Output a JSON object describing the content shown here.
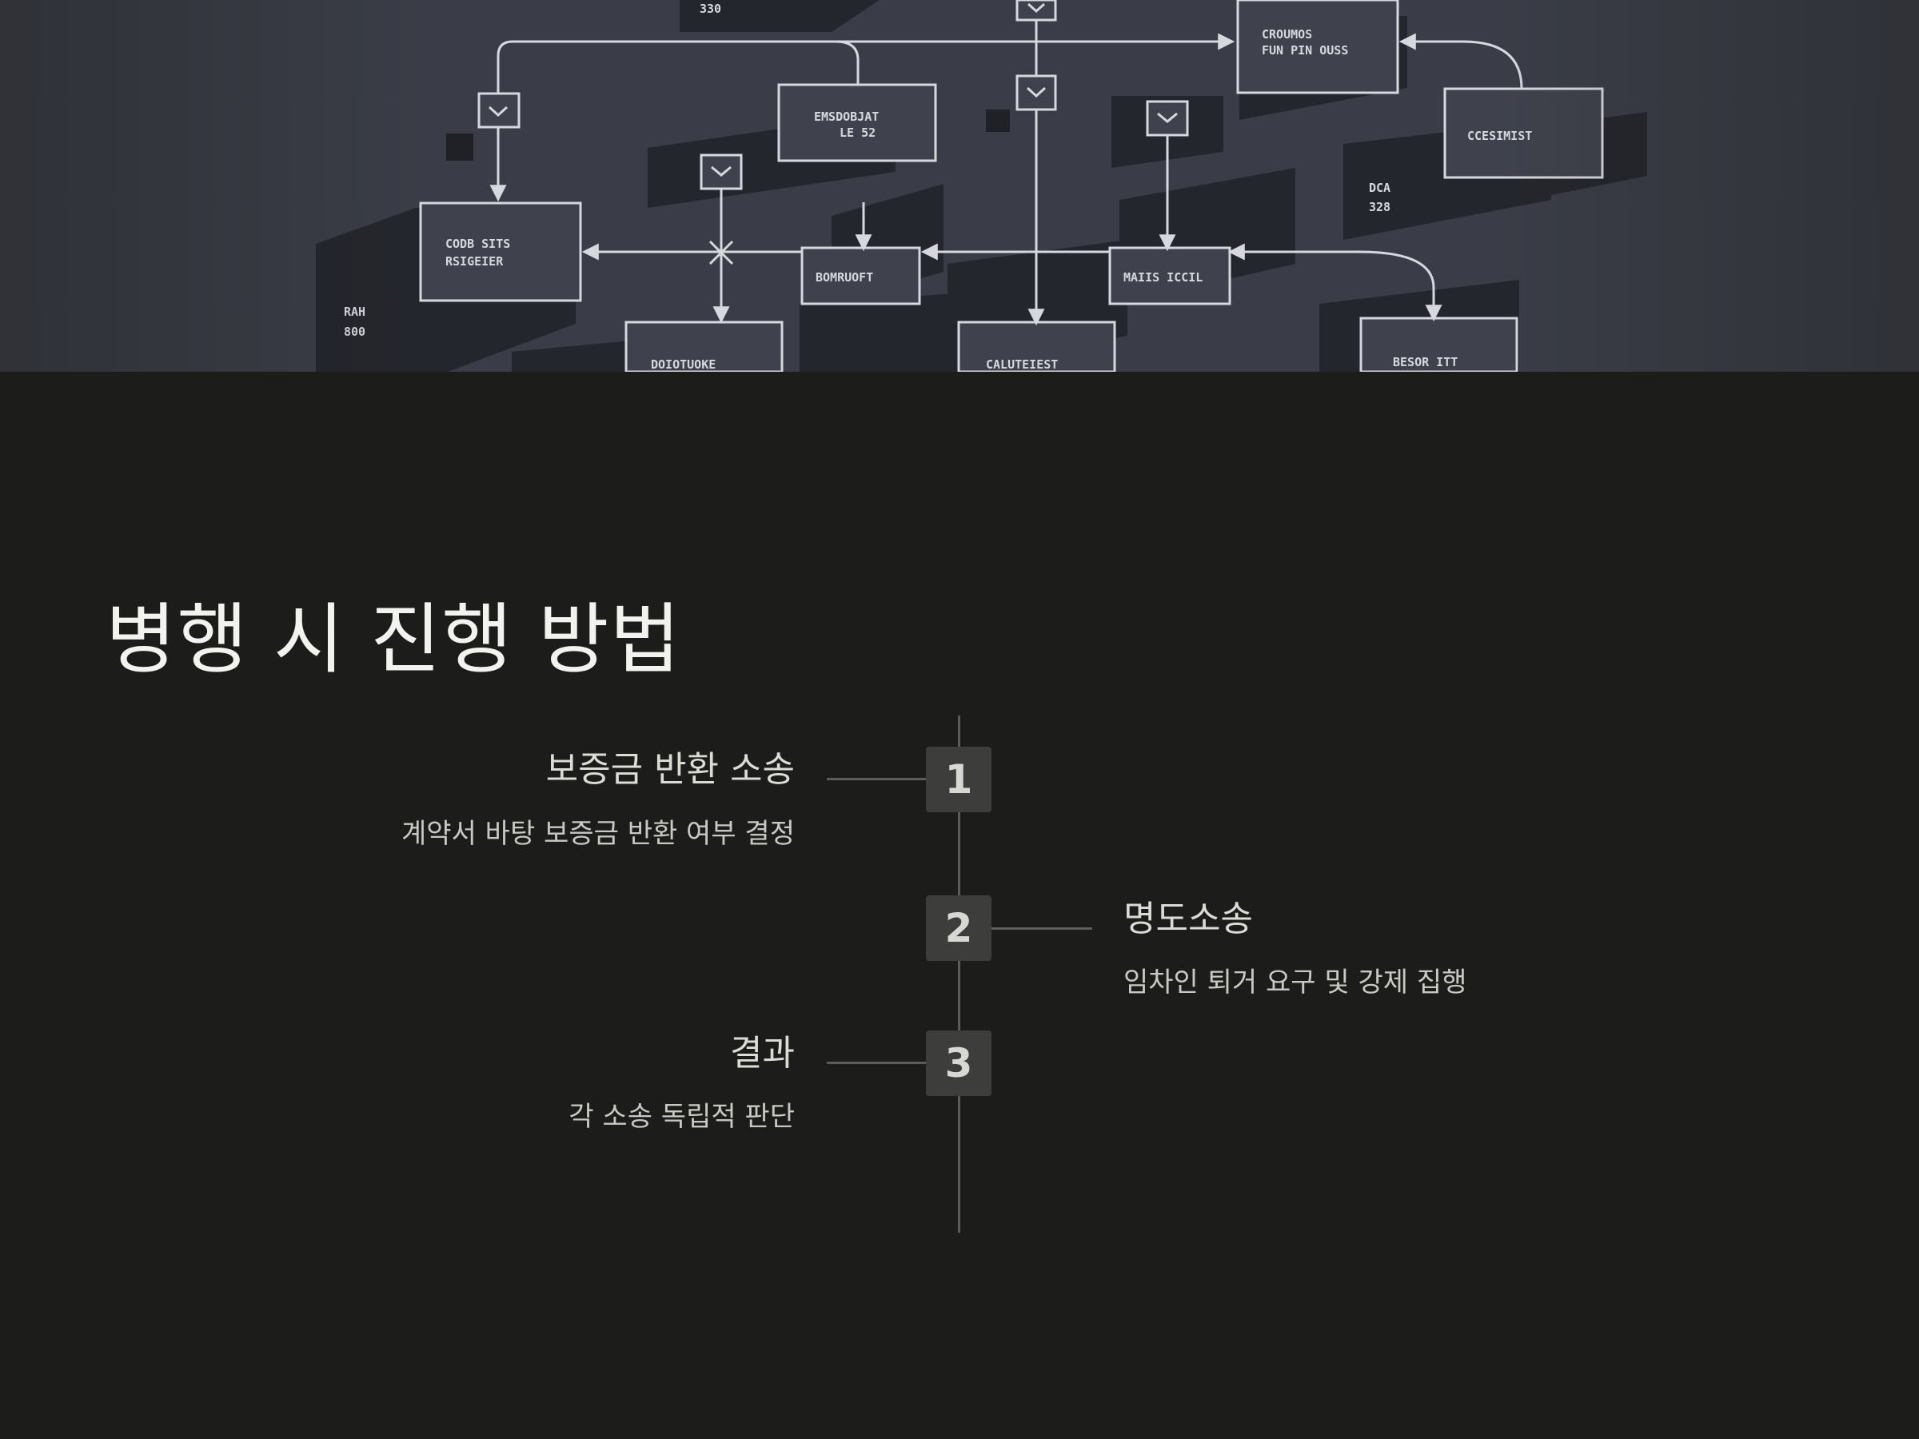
{
  "hero": {
    "image_alt": "flowchart-illustration",
    "colors": {
      "background": "#3a3d47",
      "shadow": "#24262d",
      "stroke": "#d6d8de"
    },
    "box_labels": [
      "330",
      "CROUMOS\nFUN PIN OUSS",
      "EMSDOBJAT\nLE 52",
      "CCESIMIST",
      "DCA\n328",
      "CODB SITS\nRSIGEIER",
      "BOMRUOFT",
      "MAIIS ICCIL",
      "RAH\n800",
      "DOIOTUOKE",
      "CALUTEIEST",
      "BESOR ITT"
    ]
  },
  "title": "병행 시 진행 방법",
  "steps": [
    {
      "number": "1",
      "heading": "보증금 반환 소송",
      "description": "계약서 바탕 보증금 반환 여부 결정",
      "side": "left"
    },
    {
      "number": "2",
      "heading": "명도소송",
      "description": "임차인 퇴거 요구 및 강제 집행",
      "side": "right"
    },
    {
      "number": "3",
      "heading": "결과",
      "description": "각 소송 독립적 판단",
      "side": "left"
    }
  ],
  "colors": {
    "page_background": "#1c1c1b",
    "title_text": "#f2f2ee",
    "step_box": "#3d3d3b",
    "timeline": "#5c5c5a"
  }
}
